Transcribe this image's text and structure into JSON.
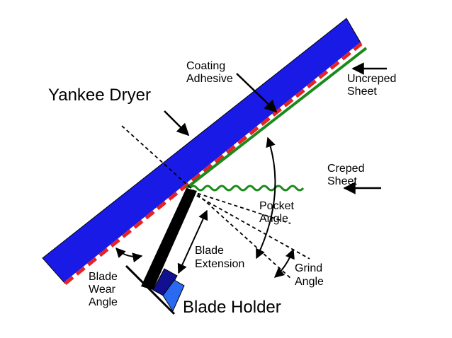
{
  "colors": {
    "dryer": "#1a1ae6",
    "adhesive": "#e62222",
    "sheet": "#1a8a1a",
    "blade": "#000000",
    "holder_dark": "#101090",
    "holder_light": "#2a6af0",
    "line": "#000000"
  },
  "labels": {
    "yankee_dryer": "Yankee  Dryer",
    "coating": "Coating",
    "adhesive": "Adhesive",
    "uncreped_1": "Uncreped",
    "uncreped_2": "Sheet",
    "creped_1": "Creped",
    "creped_2": "Sheet",
    "pocket_1": "Pocket",
    "pocket_2": "Angle",
    "extension_1": "Blade",
    "extension_2": "Extension",
    "grind_1": "Grind",
    "grind_2": "Angle",
    "wear_1": "Blade",
    "wear_2": "Wear",
    "wear_3": "Angle",
    "blade_holder": "Blade  Holder"
  }
}
